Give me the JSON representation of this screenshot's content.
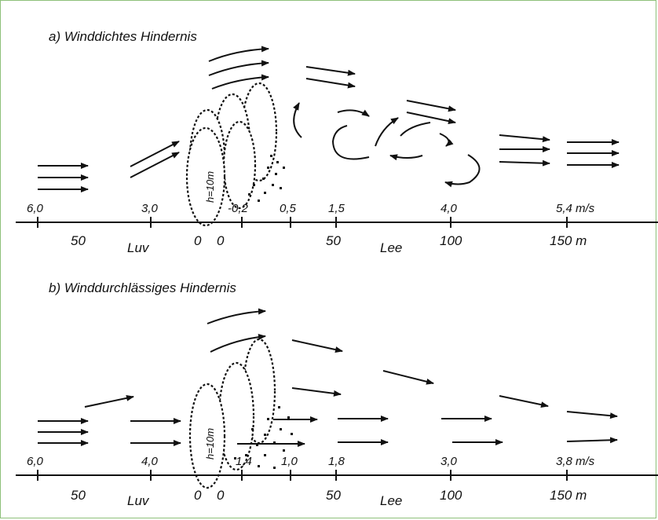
{
  "panel_a": {
    "title": "a) Winddichtes Hindernis",
    "speeds": [
      "6,0",
      "3,0",
      "-0,2",
      "0,5",
      "1,5",
      "4,0",
      "5,4 m/s"
    ],
    "height_label": "h=10m",
    "axis": [
      "50",
      "Luv",
      "0",
      "0",
      "50",
      "Lee",
      "100",
      "150 m"
    ]
  },
  "panel_b": {
    "title": "b) Winddurchlässiges Hindernis",
    "speeds": [
      "6,0",
      "4,0",
      "1,4",
      "1,0",
      "1,8",
      "3,0",
      "3,8 m/s"
    ],
    "height_label": "h=10m",
    "axis": [
      "50",
      "Luv",
      "0",
      "0",
      "50",
      "Lee",
      "100",
      "150 m"
    ]
  },
  "colors": {
    "frame": "#8dc07a",
    "ink": "#111111"
  }
}
